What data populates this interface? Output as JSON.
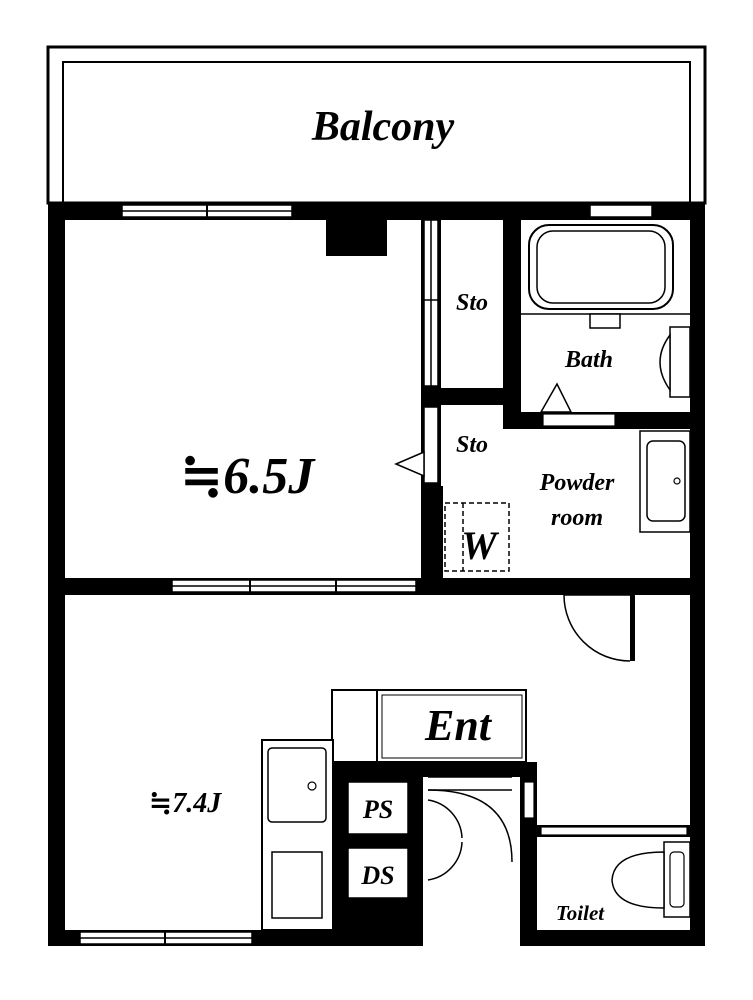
{
  "rooms": {
    "balcony": "Balcony",
    "storage_1": "Sto",
    "storage_2": "Sto",
    "bath": "Bath",
    "powder_room_1": "Powder",
    "powder_room_2": "room",
    "washer": "W",
    "main_room": "≒6.5J",
    "living_room": "≒7.4J",
    "entrance": "Ent",
    "pipe_space": "PS",
    "duct_space": "DS",
    "toilet": "Toilet"
  },
  "colors": {
    "wall": "#000000",
    "floor": "#ffffff"
  }
}
